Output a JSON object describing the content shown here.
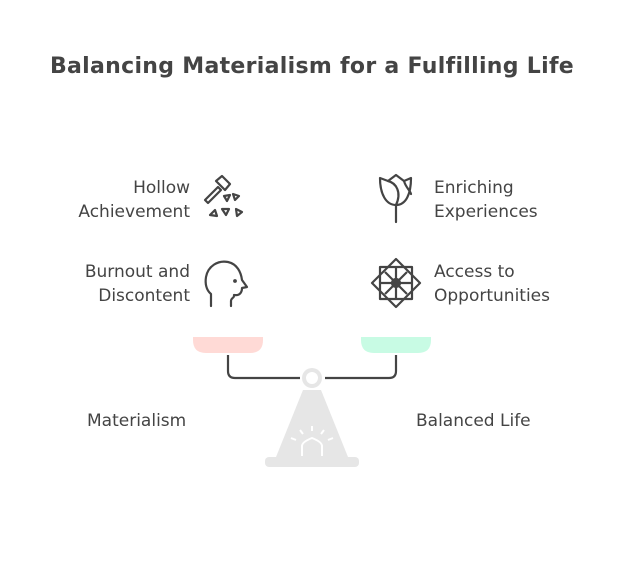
{
  "title": "Balancing Materialism for a Fulfilling Life",
  "left": {
    "label": "Materialism",
    "color": "#FFDAD6",
    "items": [
      {
        "line1": "Hollow",
        "line2": "Achievement",
        "icon": "axe-chips-icon"
      },
      {
        "line1": "Burnout and",
        "line2": "Discontent",
        "icon": "head-profile-icon"
      }
    ]
  },
  "right": {
    "label": "Balanced Life",
    "color": "#C8FBE4",
    "items": [
      {
        "line1": "Enriching",
        "line2": "Experiences",
        "icon": "rose-icon"
      },
      {
        "line1": "Access to",
        "line2": "Opportunities",
        "icon": "star-ornament-icon"
      }
    ]
  }
}
